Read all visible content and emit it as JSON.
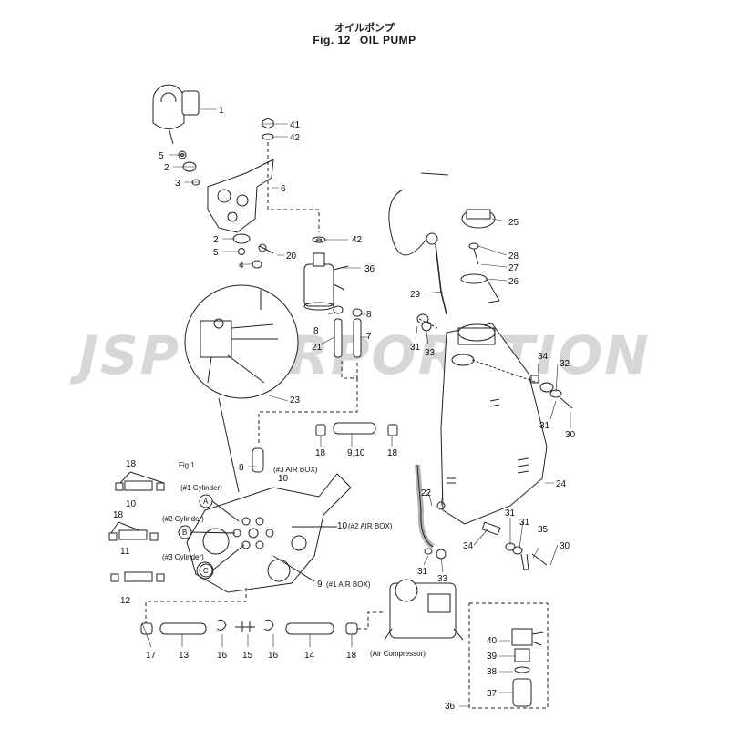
{
  "title": {
    "jp": "オイルポンプ",
    "fig": "Fig. 12",
    "name": "OIL PUMP"
  },
  "watermark": "JSP CORPORATION",
  "fig1_label": "Fig.1",
  "labels": {
    "cyl1": "(#1 Cylinder)",
    "cyl2": "(#2 Cylinder)",
    "cyl3": "(#3 Cylinder)",
    "air3": "(#3 AIR BOX)",
    "air2": "(#2 AIR BOX)",
    "air1": "(#1 AIR BOX)",
    "compressor": "(Air Compressor)",
    "A": "A",
    "B": "B",
    "C": "C"
  },
  "parts": {
    "p1": "1",
    "p2a": "2",
    "p2b": "2",
    "p3": "3",
    "p4": "4",
    "p5a": "5",
    "p5b": "5",
    "p6": "6",
    "p7": "7",
    "p8a": "8",
    "p8b": "8",
    "p8c": "8",
    "p9": "9",
    "p10a": "10",
    "p10b": "10",
    "p10c": "10",
    "p910": "9,10",
    "p11": "11",
    "p12": "12",
    "p13": "13",
    "p14": "14",
    "p15": "15",
    "p16a": "16",
    "p16b": "16",
    "p17": "17",
    "p18a": "18",
    "p18b": "18",
    "p18c": "18",
    "p18d": "18",
    "p18e": "18",
    "p20": "20",
    "p21": "21",
    "p22": "22",
    "p23": "23",
    "p24": "24",
    "p25": "25",
    "p26": "26",
    "p27": "27",
    "p28": "28",
    "p29": "29",
    "p30a": "30",
    "p30b": "30",
    "p31a": "31",
    "p31b": "31",
    "p31c": "31",
    "p31d": "31",
    "p31e": "31",
    "p32": "32",
    "p33a": "33",
    "p33b": "33",
    "p34a": "34",
    "p34b": "34",
    "p35": "35",
    "p36a": "36",
    "p36b": "36",
    "p37": "37",
    "p38": "38",
    "p39": "39",
    "p40": "40",
    "p41": "41",
    "p42a": "42",
    "p42b": "42"
  }
}
